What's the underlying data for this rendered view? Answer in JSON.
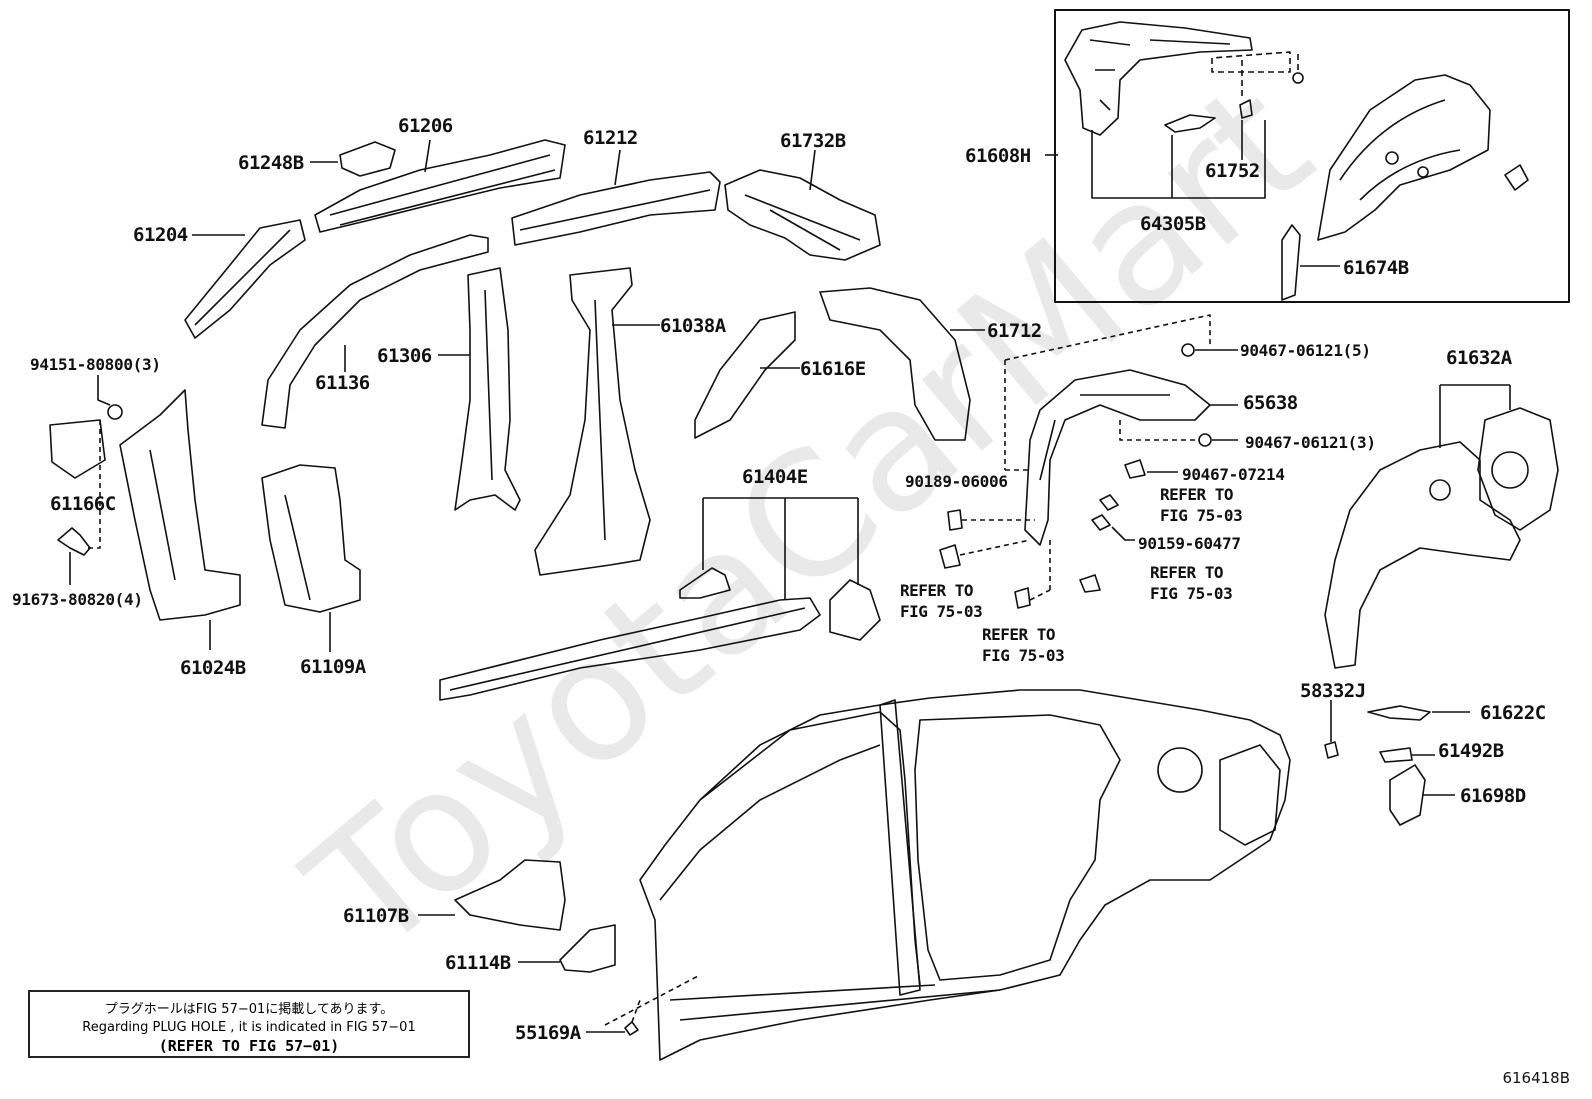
{
  "watermark": "ToyotaCarMart",
  "figure_id": "616418B",
  "note": {
    "line1": "プラグホールはFIG 57−01に掲載してあります。",
    "line2": "Regarding  PLUG HOLE , it is indicated in FIG 57−01",
    "line3": "(REFER TO FIG 57−01)"
  },
  "labels": {
    "p61206": "61206",
    "p61248B": "61248B",
    "p61212": "61212",
    "p61732B": "61732B",
    "p61608H": "61608H",
    "p61752": "61752",
    "p64305B": "64305B",
    "p61674B": "61674B",
    "p61204": "61204",
    "p61136": "61136",
    "p61306": "61306",
    "p61038A": "61038A",
    "p61616E": "61616E",
    "p61712": "61712",
    "p94151": "94151-80800(3)",
    "p61166C": "61166C",
    "p91673": "91673-80820(4)",
    "p61024B": "61024B",
    "p61109A": "61109A",
    "p61404E": "61404E",
    "p90467a": "90467-06121(5)",
    "p65638": "65638",
    "p90467b": "90467-06121(3)",
    "p90467c": "90467-07214",
    "p90189": "90189-06006",
    "p90159": "90159-60477",
    "p61632A": "61632A",
    "p58332J": "58332J",
    "p61622C": "61622C",
    "p61492B": "61492B",
    "p61698D": "61698D",
    "p61107B": "61107B",
    "p61114B": "61114B",
    "p55169A": "55169A",
    "ref1": "REFER TO\nFIG 75-03",
    "ref2": "REFER TO\nFIG 75-03",
    "ref3": "REFER TO\nFIG 75-03",
    "ref4": "REFER TO\nFIG 75-03"
  }
}
